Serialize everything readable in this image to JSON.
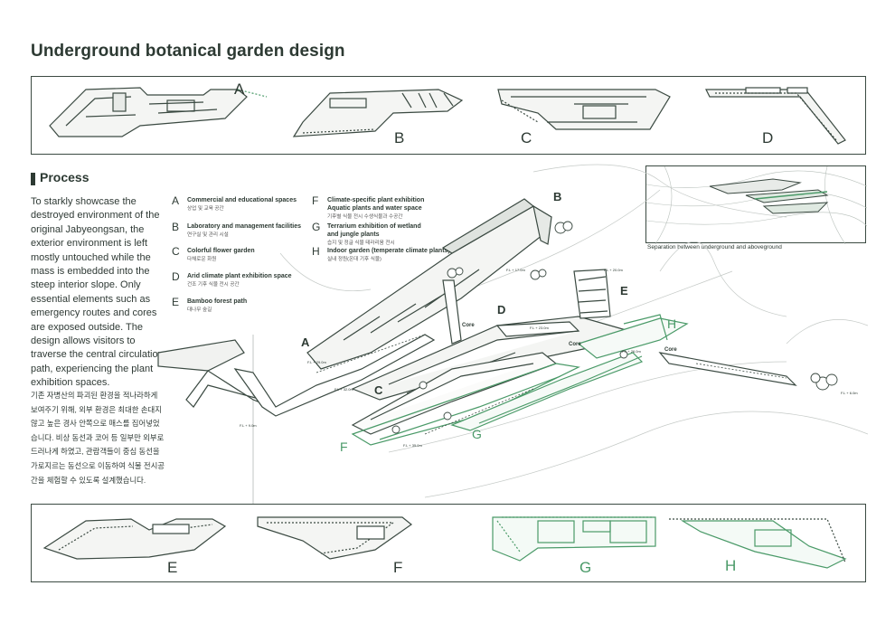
{
  "title": "Underground botanical garden design",
  "top_plans": [
    "A",
    "B",
    "C",
    "D"
  ],
  "bottom_plans": [
    "E",
    "F",
    "G",
    "H"
  ],
  "process": {
    "heading": "Process",
    "text_en": "To starkly showcase the destroyed environment of the original Jabyeongsan, the exterior environment is left mostly untouched while the mass is embedded into the steep interior slope. Only essential elements such as emergency routes and cores are exposed outside. The design allows visitors to traverse the central circulation path, experiencing the plant exhibition spaces.",
    "text_ko": "기존 자병산의 파괴된 환경을 적나라하게 보여주기 위해, 외부 환경은 최대한 손대지 않고 높은 경사 안쪽으로 매스를 집어넣었습니다. 비상 동선과 코어 등 일부만 외부로 드러나게 하였고, 관람객들이 중심 동선을 가로지르는 동선으로 이동하여 식물 전시공간을 체험할 수 있도록 설계했습니다."
  },
  "legend": [
    {
      "letter": "A",
      "en": "Commercial and educational spaces",
      "ko": "상업 및 교육 공간"
    },
    {
      "letter": "B",
      "en": "Laboratory and management facilities",
      "ko": "연구실 및 관리 시설"
    },
    {
      "letter": "C",
      "en": "Colorful flower garden",
      "ko": "다채로운 화원"
    },
    {
      "letter": "D",
      "en": "Arid climate plant exhibition space",
      "ko": "건조 기후 식물 전시 공간"
    },
    {
      "letter": "E",
      "en": "Bamboo forest path",
      "ko": "대나무 숲길"
    },
    {
      "letter": "F",
      "en": "Climate-specific plant exhibition\nAquatic plants and water space",
      "ko": "기후별 식물 전시  수생식물과 수공간"
    },
    {
      "letter": "G",
      "en": "Terrarium exhibition of wetland\nand jungle plants",
      "ko": "습지 및 정글 식물 테라리움 전시"
    },
    {
      "letter": "H",
      "en": "Indoor garden (temperate climate plants)",
      "ko": "실내 정원(온대 기후 식물)"
    }
  ],
  "inset_caption": "Separation between underground and aboveground",
  "axo_labels": [
    "A",
    "B",
    "C",
    "D",
    "E",
    "F",
    "G",
    "H"
  ],
  "core_label": "Core",
  "fl_labels": [
    "F.L + 17.0m",
    "F.L + 20.0m",
    "F.L + 23.0m",
    "F.L + 26.0m",
    "F.L + 29.0m",
    "F.L + 32.0m",
    "F.L + 35.0m",
    "F.L + 6.0m",
    "F.L + 9.0m"
  ],
  "colors": {
    "line": "#3b4a42",
    "green": "#4a9a68",
    "accent_dark": "#2d3a33"
  }
}
